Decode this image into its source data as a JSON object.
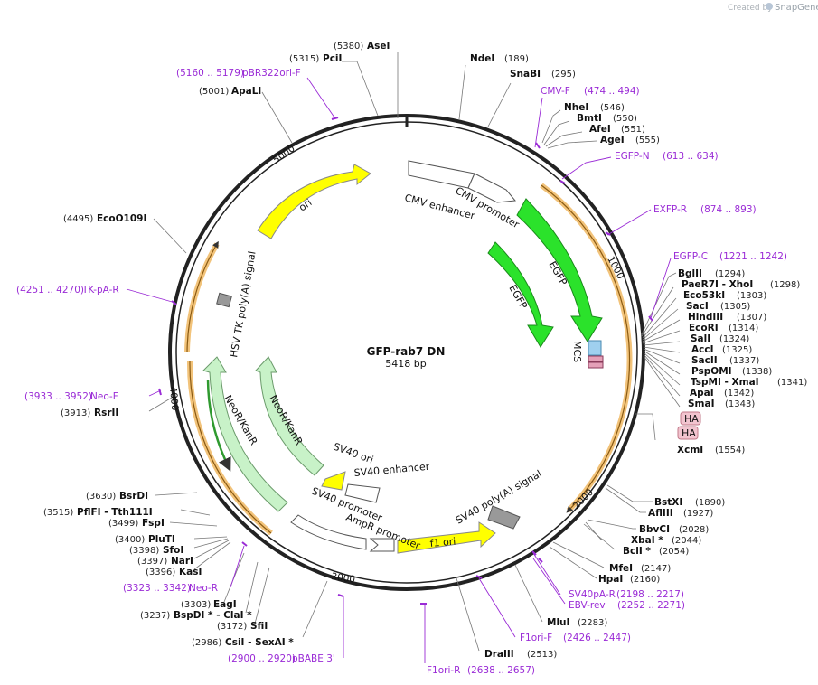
{
  "brand": {
    "created_by": "Created by",
    "name": "SnapGene"
  },
  "plasmid": {
    "name": "GFP-rab7 DN",
    "length_label": "5418 bp",
    "length": 5418
  },
  "ticks": [
    "1000",
    "2000",
    "3000",
    "4000",
    "5000"
  ],
  "features": [
    "CMV enhancer",
    "CMV promoter",
    "EGFP",
    "EGFP",
    "MCS",
    "HA",
    "HA",
    "SV40 poly(A) signal",
    "f1 ori",
    "AmpR promoter",
    "SV40 promoter",
    "SV40 ori",
    "SV40 enhancer",
    "NeoR/KanR",
    "NeoR/KanR",
    "HSV TK poly(A) signal",
    "ori"
  ],
  "enzymes": {
    "NdeI": {
      "name": "NdeI",
      "pos": "(189)"
    },
    "SnaBI": {
      "name": "SnaBI",
      "pos": "(295)"
    },
    "NheI": {
      "name": "NheI",
      "pos": "(546)"
    },
    "BmtI": {
      "name": "BmtI",
      "pos": "(550)"
    },
    "AfeI": {
      "name": "AfeI",
      "pos": "(551)"
    },
    "AgeI": {
      "name": "AgeI",
      "pos": "(555)"
    },
    "BglII": {
      "name": "BglII",
      "pos": "(1294)"
    },
    "PaeR7I": {
      "name": "PaeR7I - XhoI",
      "pos": "(1298)"
    },
    "Eco53kI": {
      "name": "Eco53kI",
      "pos": "(1303)"
    },
    "SacI": {
      "name": "SacI",
      "pos": "(1305)"
    },
    "HindIII": {
      "name": "HindIII",
      "pos": "(1307)"
    },
    "EcoRI": {
      "name": "EcoRI",
      "pos": "(1314)"
    },
    "SalI": {
      "name": "SalI",
      "pos": "(1324)"
    },
    "AccI": {
      "name": "AccI",
      "pos": "(1325)"
    },
    "SacII": {
      "name": "SacII",
      "pos": "(1337)"
    },
    "PspOMI": {
      "name": "PspOMI",
      "pos": "(1338)"
    },
    "TspMI": {
      "name": "TspMI - XmaI",
      "pos": "(1341)"
    },
    "ApaI": {
      "name": "ApaI",
      "pos": "(1342)"
    },
    "SmaI": {
      "name": "SmaI",
      "pos": "(1343)"
    },
    "XcmI": {
      "name": "XcmI",
      "pos": "(1554)"
    },
    "BstXI": {
      "name": "BstXI",
      "pos": "(1890)"
    },
    "AflIII": {
      "name": "AflIII",
      "pos": "(1927)"
    },
    "BbvCI": {
      "name": "BbvCI",
      "pos": "(2028)"
    },
    "XbaI": {
      "name": "XbaI *",
      "pos": "(2044)"
    },
    "BclI": {
      "name": "BclI *",
      "pos": "(2054)"
    },
    "MfeI": {
      "name": "MfeI",
      "pos": "(2147)"
    },
    "HpaI": {
      "name": "HpaI",
      "pos": "(2160)"
    },
    "MluI": {
      "name": "MluI",
      "pos": "(2283)"
    },
    "DraIII": {
      "name": "DraIII",
      "pos": "(2513)"
    },
    "CsiI": {
      "name": "CsiI - SexAI *",
      "pos": "(2986)"
    },
    "SfiI": {
      "name": "SfiI",
      "pos": "(3172)"
    },
    "BspDI": {
      "name": "BspDI * - ClaI *",
      "pos": "(3237)"
    },
    "EagI": {
      "name": "EagI",
      "pos": "(3303)"
    },
    "KasI": {
      "name": "KasI",
      "pos": "(3396)"
    },
    "NarI": {
      "name": "NarI",
      "pos": "(3397)"
    },
    "SfoI": {
      "name": "SfoI",
      "pos": "(3398)"
    },
    "PluTI": {
      "name": "PluTI",
      "pos": "(3400)"
    },
    "FspI": {
      "name": "FspI",
      "pos": "(3499)"
    },
    "PflFI": {
      "name": "PflFI - Tth111I",
      "pos": "(3515)"
    },
    "BsrDI": {
      "name": "BsrDI",
      "pos": "(3630)"
    },
    "RsrII": {
      "name": "RsrII",
      "pos": "(3913)"
    },
    "EcoO109I": {
      "name": "EcoO109I",
      "pos": "(4495)"
    },
    "ApaLI": {
      "name": "ApaLI",
      "pos": "(5001)"
    },
    "PciI": {
      "name": "PciI",
      "pos": "(5315)"
    },
    "AseI": {
      "name": "AseI",
      "pos": "(5380)"
    }
  },
  "primers": {
    "CMVF": {
      "name": "CMV-F",
      "range": "(474 .. 494)"
    },
    "EGFPN": {
      "name": "EGFP-N",
      "range": "(613 .. 634)"
    },
    "EXFPR": {
      "name": "EXFP-R",
      "range": "(874 .. 893)"
    },
    "EGFPC": {
      "name": "EGFP-C",
      "range": "(1221 .. 1242)"
    },
    "SV40pAR": {
      "name": "SV40pA-R",
      "range": "(2198 .. 2217)"
    },
    "EBVrev": {
      "name": "EBV-rev",
      "range": "(2252 .. 2271)"
    },
    "F1oriF": {
      "name": "F1ori-F",
      "range": "(2426 .. 2447)"
    },
    "F1oriR": {
      "name": "F1ori-R",
      "range": "(2638 .. 2657)"
    },
    "pBABE3": {
      "name": "pBABE 3'",
      "range": "(2900 .. 2920)"
    },
    "NeoR": {
      "name": "Neo-R",
      "range": "(3323 .. 3342)"
    },
    "NeoF": {
      "name": "Neo-F",
      "range": "(3933 .. 3952)"
    },
    "TKpAR": {
      "name": "TK-pA-R",
      "range": "(4251 .. 4270)"
    },
    "pBR322": {
      "name": "pBR322ori-F",
      "range": "(5160 .. 5179)"
    }
  }
}
